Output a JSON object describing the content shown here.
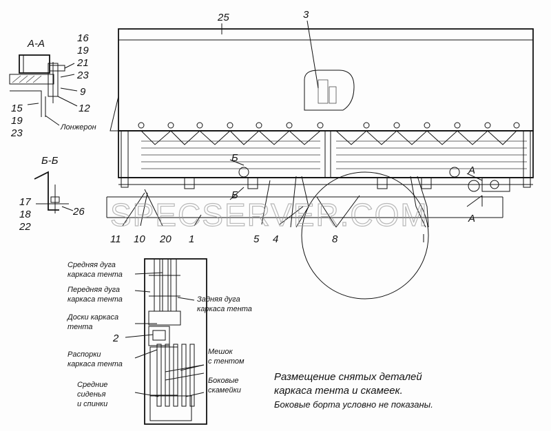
{
  "watermark": "SPECSERVER.COM",
  "section_labels": {
    "aa": "А-А",
    "bb": "Б-Б",
    "b_mark_top": "Б",
    "b_mark_bottom": "Б",
    "a_mark_top": "А",
    "a_mark_bottom": "А"
  },
  "callouts": {
    "n25": "25",
    "n3": "3",
    "n16": "16",
    "n19a": "19",
    "n21": "21",
    "n23a": "23",
    "n9": "9",
    "n12": "12",
    "n15": "15",
    "n19b": "19",
    "n23b": "23",
    "n17": "17",
    "n18": "18",
    "n22": "22",
    "n26": "26",
    "n11": "11",
    "n10": "10",
    "n20": "20",
    "n1": "1",
    "n5": "5",
    "n4": "4",
    "n8": "8",
    "n2": "2"
  },
  "part_labels": {
    "longeron": "Лонжерон",
    "mid_arc_1": "Средняя дуга",
    "mid_arc_2": "каркаса тента",
    "front_arc_1": "Передняя дуга",
    "front_arc_2": "каркаса тента",
    "rear_arc_1": "Задняя дуга",
    "rear_arc_2": "каркаса тента",
    "boards_1": "Доски каркаса",
    "boards_2": "тента",
    "struts_1": "Распорки",
    "struts_2": "каркаса тента",
    "bag_1": "Мешок",
    "bag_2": "с тентом",
    "seats_1": "Средние",
    "seats_2": "сиденья",
    "seats_3": "и спинки",
    "benches_1": "Боковые",
    "benches_2": "скамейки"
  },
  "caption": {
    "line1": "Размещение снятых деталей",
    "line2": "каркаса тента и скамеек.",
    "note": "Боковые борта условно не показаны."
  }
}
